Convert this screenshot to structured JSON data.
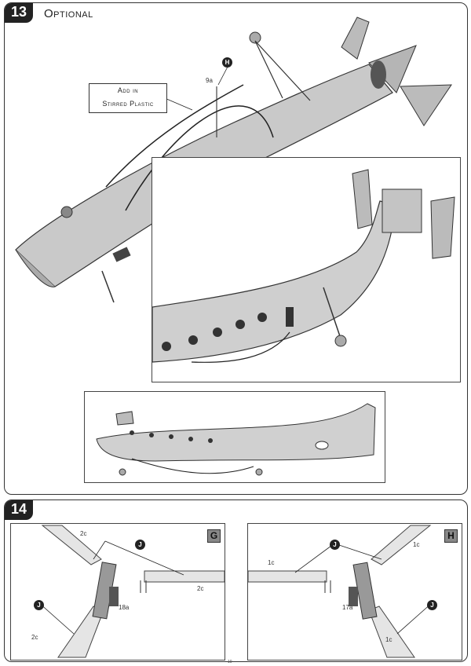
{
  "step13": {
    "number": "13",
    "title": "Optional",
    "callout_line1": "Add in",
    "callout_line2": "Stirred Plastic",
    "part_label": "9a",
    "marker": "H"
  },
  "step14": {
    "number": "14",
    "left_view": {
      "box": "G",
      "labels": [
        "2c",
        "2c",
        "2c",
        "18a"
      ],
      "marker": "J"
    },
    "right_view": {
      "box": "H",
      "labels": [
        "1c",
        "1c",
        "1c",
        "17a"
      ],
      "marker": "J"
    }
  },
  "page_number": "10"
}
